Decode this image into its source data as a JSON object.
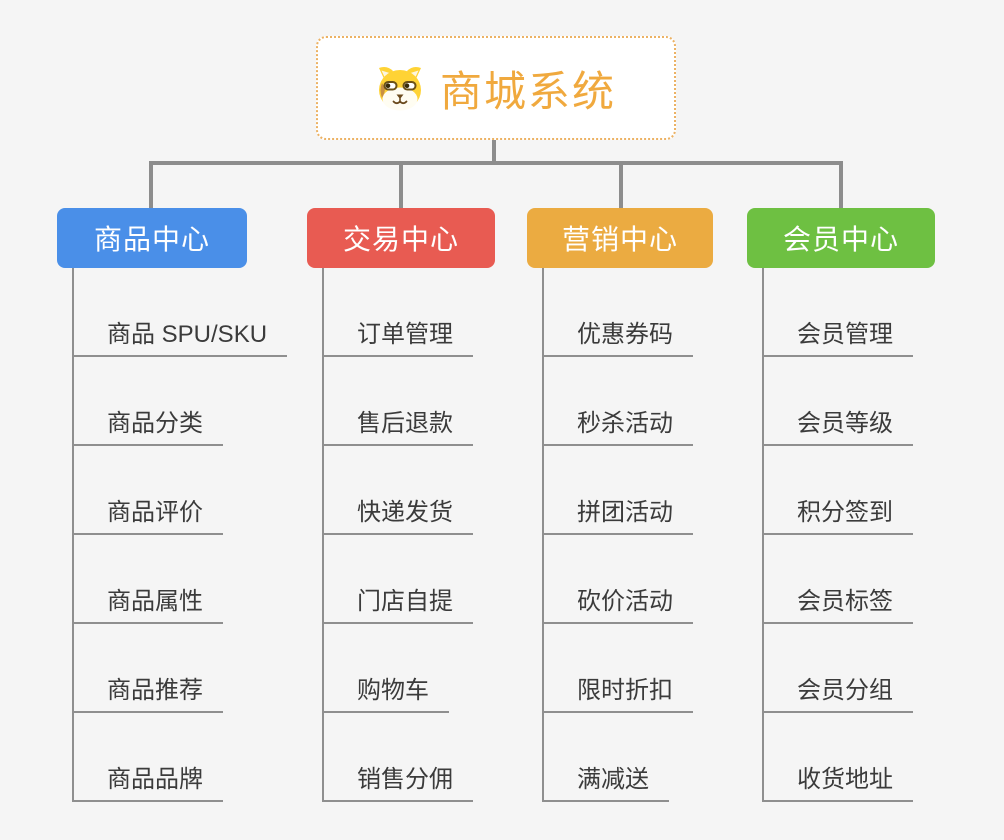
{
  "root": {
    "title": "商城系统",
    "title_color": "#f0a93e",
    "border_color": "#ecb264",
    "icon": "shiba-dog-icon"
  },
  "canvas": {
    "background": "#f5f5f5",
    "connector_color": "#8d8d8d",
    "underline_color": "#8f8f8f"
  },
  "columns": [
    {
      "label": "商品中心",
      "color": "#4a8fe8",
      "items": [
        "商品 SPU/SKU",
        "商品分类",
        "商品评价",
        "商品属性",
        "商品推荐",
        "商品品牌"
      ]
    },
    {
      "label": "交易中心",
      "color": "#e85b52",
      "items": [
        "订单管理",
        "售后退款",
        "快递发货",
        "门店自提",
        "购物车",
        "销售分佣"
      ]
    },
    {
      "label": "营销中心",
      "color": "#ebab41",
      "items": [
        "优惠券码",
        "秒杀活动",
        "拼团活动",
        "砍价活动",
        "限时折扣",
        "满减送"
      ]
    },
    {
      "label": "会员中心",
      "color": "#6ec042",
      "items": [
        "会员管理",
        "会员等级",
        "积分签到",
        "会员标签",
        "会员分组",
        "收货地址"
      ]
    }
  ]
}
